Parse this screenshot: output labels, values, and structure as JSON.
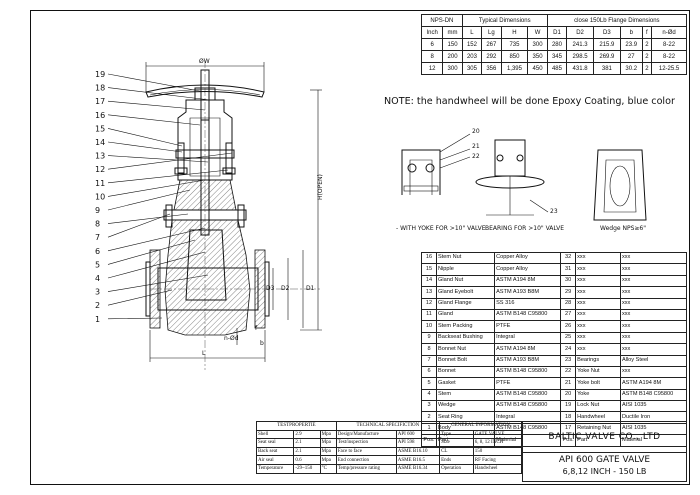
{
  "note": "NOTE: the handwheel will be done Epoxy Coating, blue color",
  "dimensions_table": {
    "header1": [
      "NPS-DN",
      "Typical Dimensions",
      "close 150Lb Flange Dimensions"
    ],
    "header2": [
      "Inch",
      "mm",
      "L",
      "Lg",
      "H",
      "W",
      "D1",
      "D2",
      "D3",
      "b",
      "f",
      "n-Ød"
    ],
    "rows": [
      [
        "6",
        "150",
        "152",
        "267",
        "735",
        "300",
        "280",
        "241.3",
        "215.9",
        "23.9",
        "2",
        "8-22"
      ],
      [
        "8",
        "200",
        "203",
        "292",
        "850",
        "350",
        "345",
        "298.5",
        "269.9",
        "27",
        "2",
        "8-22"
      ],
      [
        "12",
        "300",
        "305",
        "356",
        "1,395",
        "450",
        "485",
        "431.8",
        "381",
        "30.2",
        "2",
        "12-25.5"
      ]
    ]
  },
  "drawing_labels": {
    "callouts": [
      "19",
      "18",
      "17",
      "16",
      "15",
      "14",
      "13",
      "12",
      "11",
      "10",
      "9",
      "8",
      "7",
      "6",
      "5",
      "4",
      "3",
      "2",
      "1"
    ],
    "W": "ØW",
    "H_open": "H(OPEN)",
    "D1": "D1",
    "D2": "D2",
    "D3": "D3",
    "n_d": "n-Ød",
    "b": "b",
    "f": "f",
    "L": "L",
    "detail_callouts": [
      "20",
      "21",
      "22",
      "23"
    ]
  },
  "captions": {
    "yoke": "- WITH YOKE FOR >10\" VALVE",
    "bearing": "BEARING FOR >10\" VALVE",
    "wedge": "Wedge NPS≥6\""
  },
  "parts_table": {
    "rows": [
      [
        "16",
        "Stem Nut",
        "Copper Alloy",
        "32",
        "xxx",
        "xxx"
      ],
      [
        "15",
        "Nipple",
        "Copper Alloy",
        "31",
        "xxx",
        "xxx"
      ],
      [
        "14",
        "Gland Nut",
        "ASTM A194 8M",
        "30",
        "xxx",
        "xxx"
      ],
      [
        "13",
        "Gland Eyebolt",
        "ASTM A193 B8M",
        "29",
        "xxx",
        "xxx"
      ],
      [
        "12",
        "Gland Flange",
        "SS 316",
        "28",
        "xxx",
        "xxx"
      ],
      [
        "11",
        "Gland",
        "ASTM B148 C95800",
        "27",
        "xxx",
        "xxx"
      ],
      [
        "10",
        "Stem Packing",
        "PTFE",
        "26",
        "xxx",
        "xxx"
      ],
      [
        "9",
        "Backseat Bushing",
        "Integral",
        "25",
        "xxx",
        "xxx"
      ],
      [
        "8",
        "Bonnet Nut",
        "ASTM A194 8M",
        "24",
        "xxx",
        "xxx"
      ],
      [
        "7",
        "Bonnet Bolt",
        "ASTM A193 B8M",
        "23",
        "Bearings",
        "Alloy Steel"
      ],
      [
        "6",
        "Bonnet",
        "ASTM B148 C95800",
        "22",
        "Yoke Nut",
        "xxx"
      ],
      [
        "5",
        "Gasket",
        "PTFE",
        "21",
        "Yoke bolt",
        "ASTM A194 8M"
      ],
      [
        "4",
        "Stem",
        "ASTM B148 C95800",
        "20",
        "Yoke",
        "ASTM B148 C95800"
      ],
      [
        "3",
        "Wedge",
        "ASTM B148 C95800",
        "19",
        "Lock Nut",
        "AISI 1035"
      ],
      [
        "2",
        "Seat Ring",
        "Integral",
        "18",
        "Handwheel",
        "Ductile Iron"
      ],
      [
        "1",
        "Body",
        "ASTM B148 C95800",
        "17",
        "Retaining Nut",
        "AISI 1035"
      ]
    ],
    "footer": [
      "Pos.",
      "Part",
      "Material",
      "Pos.",
      "Part",
      "Material"
    ]
  },
  "spec_table": {
    "headers": [
      "TESTPROPERTIE",
      "TECHNICAL SPECIFICTION",
      "GENERAL INFORMATION"
    ],
    "rows": [
      [
        "Shell",
        "2.9",
        "Mpa",
        "Design/Manufacture",
        "API 600",
        "Type",
        "GATE VALVE"
      ],
      [
        "Seat seal",
        "2.1",
        "Mpa",
        "Test/inspection",
        "API 598",
        "Size",
        "6, 8, 12 INCH"
      ],
      [
        "Back seat",
        "2.1",
        "Mpa",
        "Face to face",
        "ASME B16.10",
        "CL",
        "150"
      ],
      [
        "Air seal",
        "0.6",
        "Mpa",
        "End connection",
        "ASME B16.5",
        "Ends",
        "RF Facing"
      ],
      [
        "Temperature",
        "-29~150",
        "°C",
        "Temp/pressure rating",
        "ASME B16.34",
        "Operation",
        "Handwheel"
      ]
    ]
  },
  "title_block": {
    "company": "BALTIC VALVE CO., LTD",
    "model": "API 600 GATE VALVE",
    "sizes": "6,8,12 INCH - 150 LB"
  }
}
